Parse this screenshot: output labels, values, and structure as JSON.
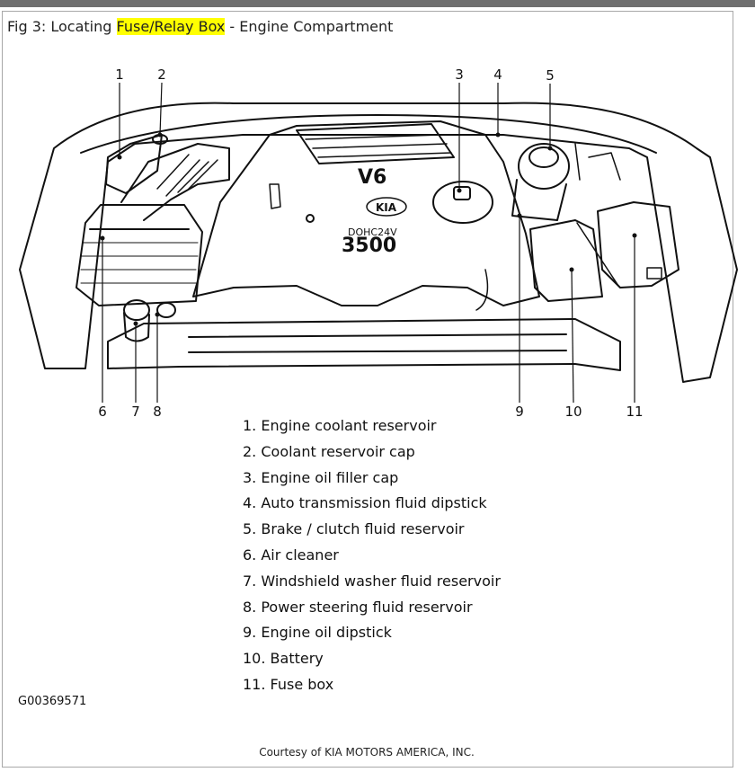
{
  "title": {
    "prefix": "Fig 3: Locating ",
    "highlight": "Fuse/Relay Box",
    "suffix": " - Engine Compartment"
  },
  "engine_cover": {
    "badge": "V6",
    "brand": "KIA",
    "line1": "DOHC24V",
    "line2": "3500"
  },
  "callouts": [
    "1",
    "2",
    "3",
    "4",
    "5",
    "6",
    "7",
    "8",
    "9",
    "10",
    "11"
  ],
  "legend": [
    "1. Engine coolant reservoir",
    "2. Coolant reservoir cap",
    "3. Engine oil filler cap",
    "4. Auto transmission fluid dipstick",
    "5. Brake / clutch fluid reservoir",
    "6. Air cleaner",
    "7. Windshield washer fluid reservoir",
    "8. Power steering fluid reservoir",
    "9. Engine oil dipstick",
    "10. Battery",
    "11. Fuse box"
  ],
  "figure_id": "G00369571",
  "credit": "Courtesy of KIA MOTORS AMERICA, INC.",
  "colors": {
    "highlight": "#ffff00",
    "ink": "#111111"
  }
}
